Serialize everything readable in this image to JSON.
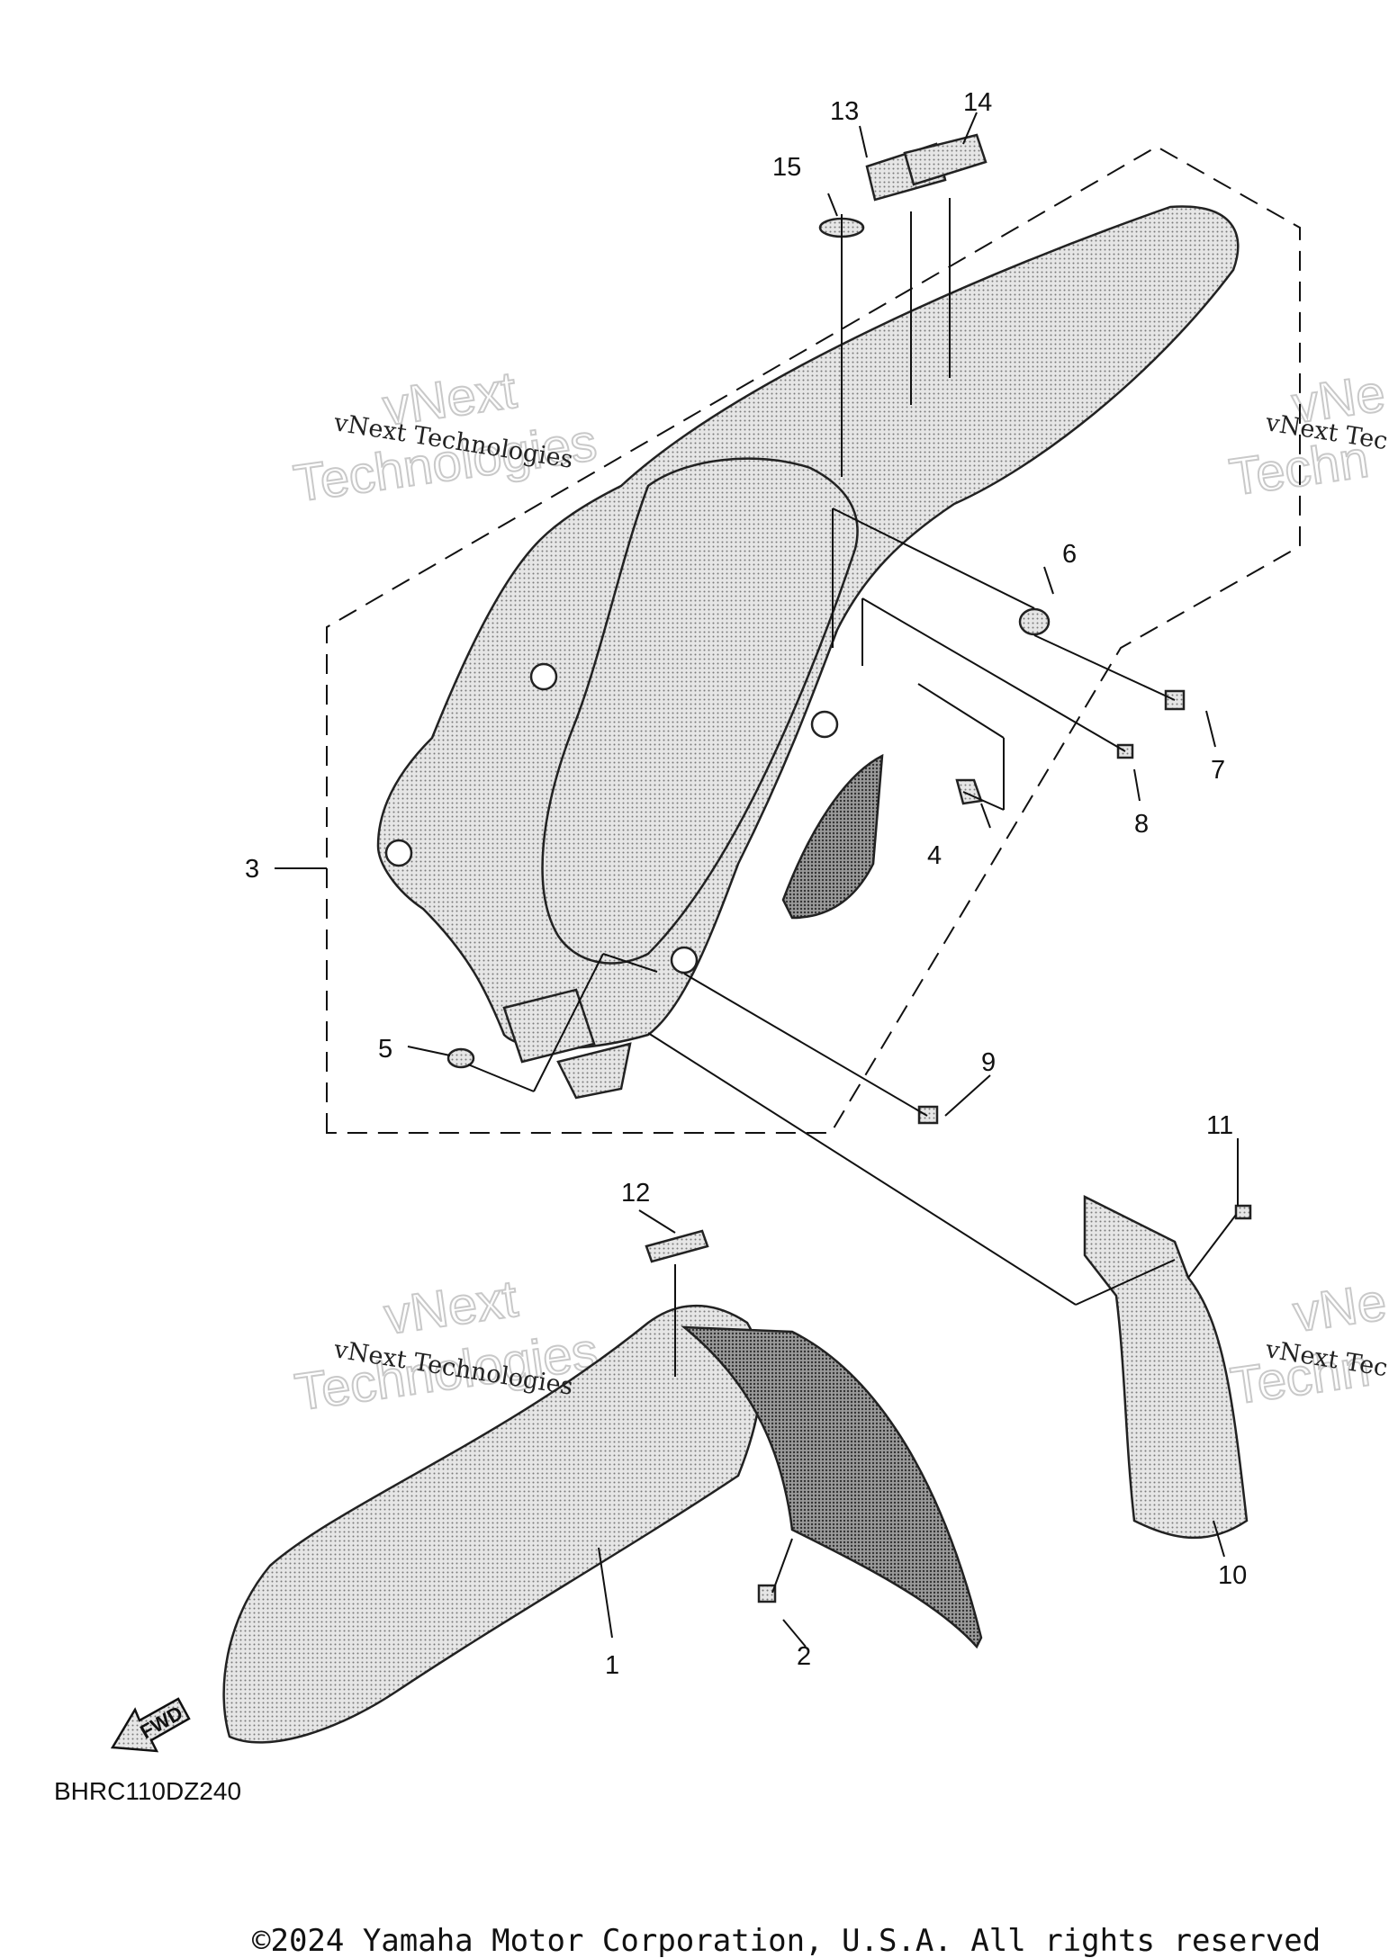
{
  "callouts": {
    "c1": "1",
    "c2": "2",
    "c3": "3",
    "c4": "4",
    "c5": "5",
    "c6": "6",
    "c7": "7",
    "c8": "8",
    "c9": "9",
    "c10": "10",
    "c11": "11",
    "c12": "12",
    "c13": "13",
    "c14": "14",
    "c15": "15"
  },
  "watermark": {
    "small_text": "vNext Technologies",
    "large_line1": "vNext",
    "large_line2": "Technologies",
    "small_text_cut": "vNext Tec",
    "large_line1_cut": "vNe",
    "large_line2_cut": "Techn"
  },
  "fwd_label": "FWD",
  "diagram_code": "BHRC110DZ240",
  "copyright": "©2024 Yamaha Motor Corporation, U.S.A. All rights reserved",
  "colors": {
    "line": "#111111",
    "part_fill": "#d4d4d4",
    "watermark_outline": "#c9c9c9"
  }
}
